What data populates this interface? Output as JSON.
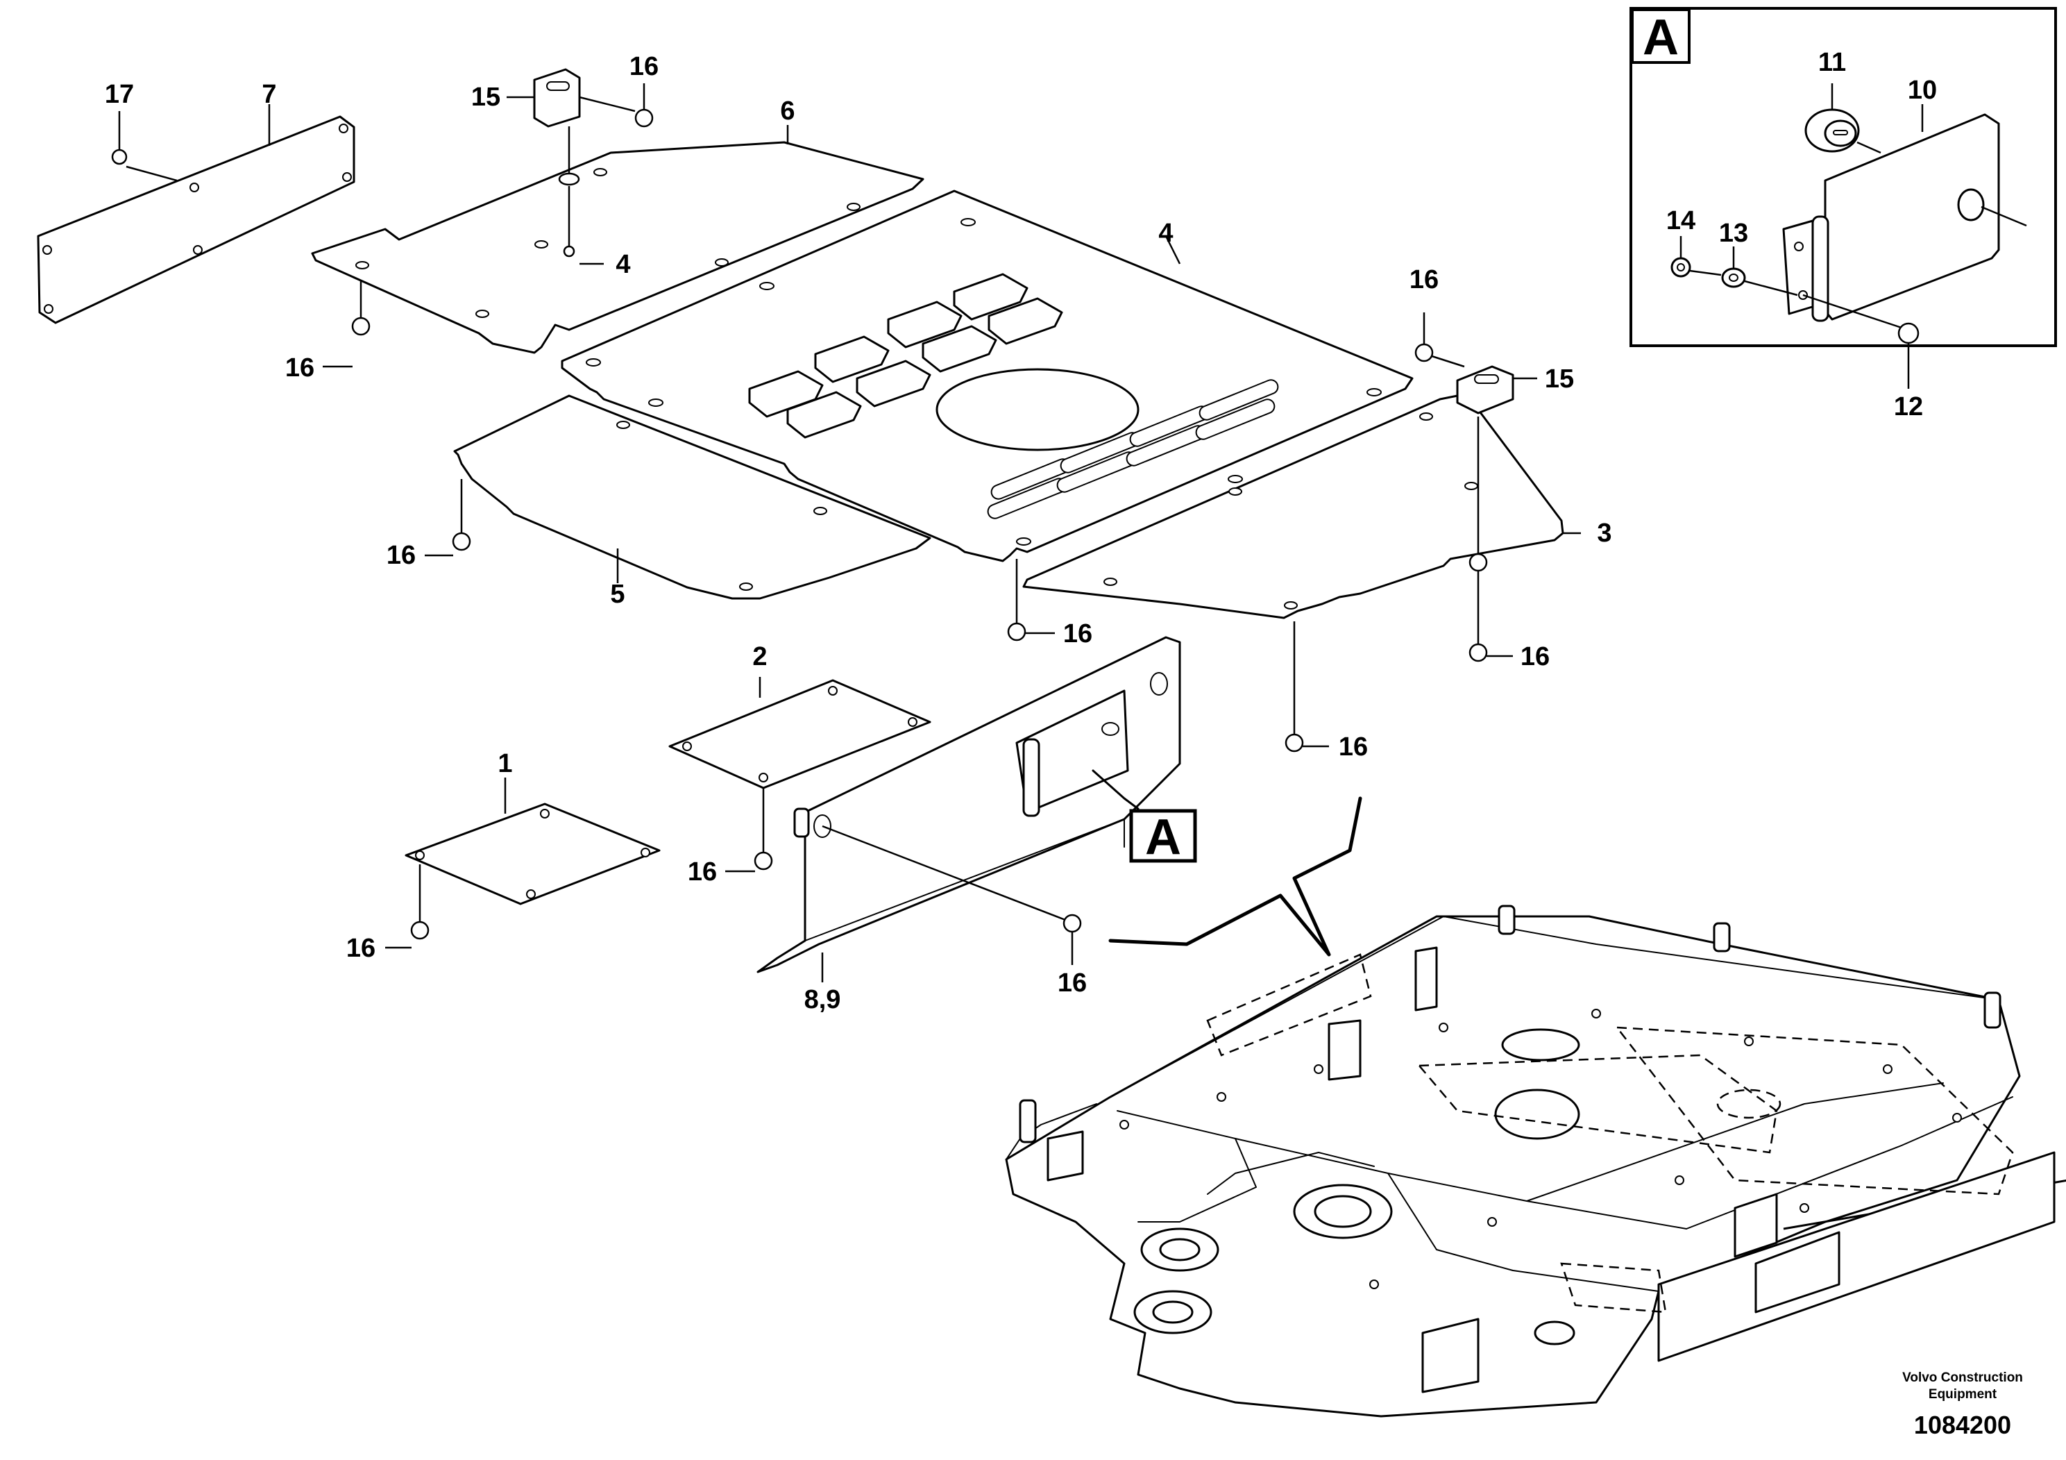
{
  "callouts": {
    "c1": "1",
    "c2": "2",
    "c3": "3",
    "c4a": "4",
    "c4b": "4",
    "c5": "5",
    "c6": "6",
    "c7": "7",
    "c89": "8,9",
    "c10": "10",
    "c11": "11",
    "c12": "12",
    "c13": "13",
    "c14": "14",
    "c15a": "15",
    "c15b": "15",
    "c16a": "16",
    "c16b": "16",
    "c16c": "16",
    "c16d": "16",
    "c16e": "16",
    "c16f": "16",
    "c16g": "16",
    "c16h": "16",
    "c16i": "16",
    "c16j": "16",
    "c17": "17"
  },
  "detail": {
    "label": "A",
    "pointer_label": "A"
  },
  "branding": {
    "company_line1": "Volvo Construction",
    "company_line2": "Equipment",
    "drawing_number": "1084200"
  }
}
